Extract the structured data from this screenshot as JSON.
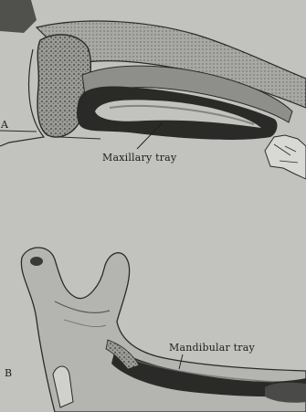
{
  "figure": {
    "panels": [
      {
        "letter": "A",
        "caption": "Maxillary tray"
      },
      {
        "letter": "B",
        "caption": "Mandibular tray"
      }
    ],
    "colors": {
      "background": "#c2c2be",
      "ink": "#1d1d1d",
      "tray": "#2a2a28",
      "tissue": "#8e8e8a"
    }
  }
}
